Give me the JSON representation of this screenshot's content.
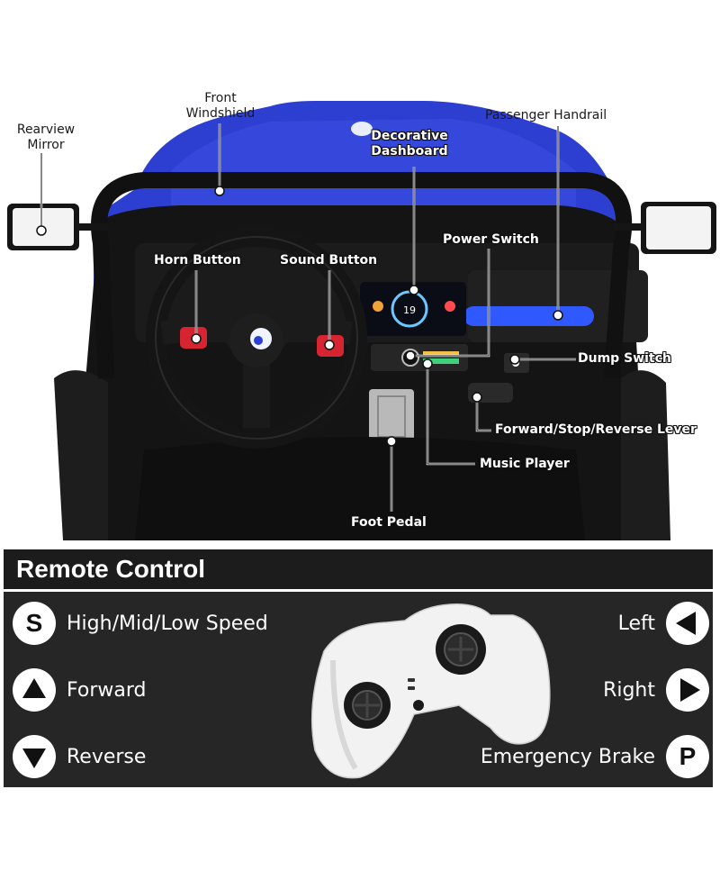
{
  "labels": {
    "rearview_mirror": "Rearview\nMirror",
    "front_windshield": "Front\nWindshield",
    "decorative_dashboard": "Decorative\nDashboard",
    "passenger_handrail": "Passenger Handrail",
    "power_switch": "Power Switch",
    "horn_button": "Horn Button",
    "sound_button": "Sound Button",
    "dump_switch": "Dump Switch",
    "forward_stop_reverse_lever": "Forward/Stop/Reverse Lever",
    "music_player": "Music Player",
    "foot_pedal": "Foot Pedal"
  },
  "dashboard_screen": {
    "speed_readout": "19"
  },
  "remote": {
    "title": "Remote Control",
    "left_items": [
      {
        "icon": "s-letter-icon",
        "symbol": "S",
        "label": "High/Mid/Low Speed"
      },
      {
        "icon": "up-triangle-icon",
        "label": "Forward"
      },
      {
        "icon": "down-triangle-icon",
        "label": "Reverse"
      }
    ],
    "right_items": [
      {
        "icon": "left-triangle-icon",
        "label": "Left"
      },
      {
        "icon": "right-triangle-icon",
        "label": "Right"
      },
      {
        "icon": "p-letter-icon",
        "symbol": "P",
        "label": "Emergency Brake"
      }
    ]
  },
  "colors": {
    "car_blue": "#2d3fd0",
    "accent_red": "#d62430",
    "panel_dark": "#1c1c1c"
  }
}
